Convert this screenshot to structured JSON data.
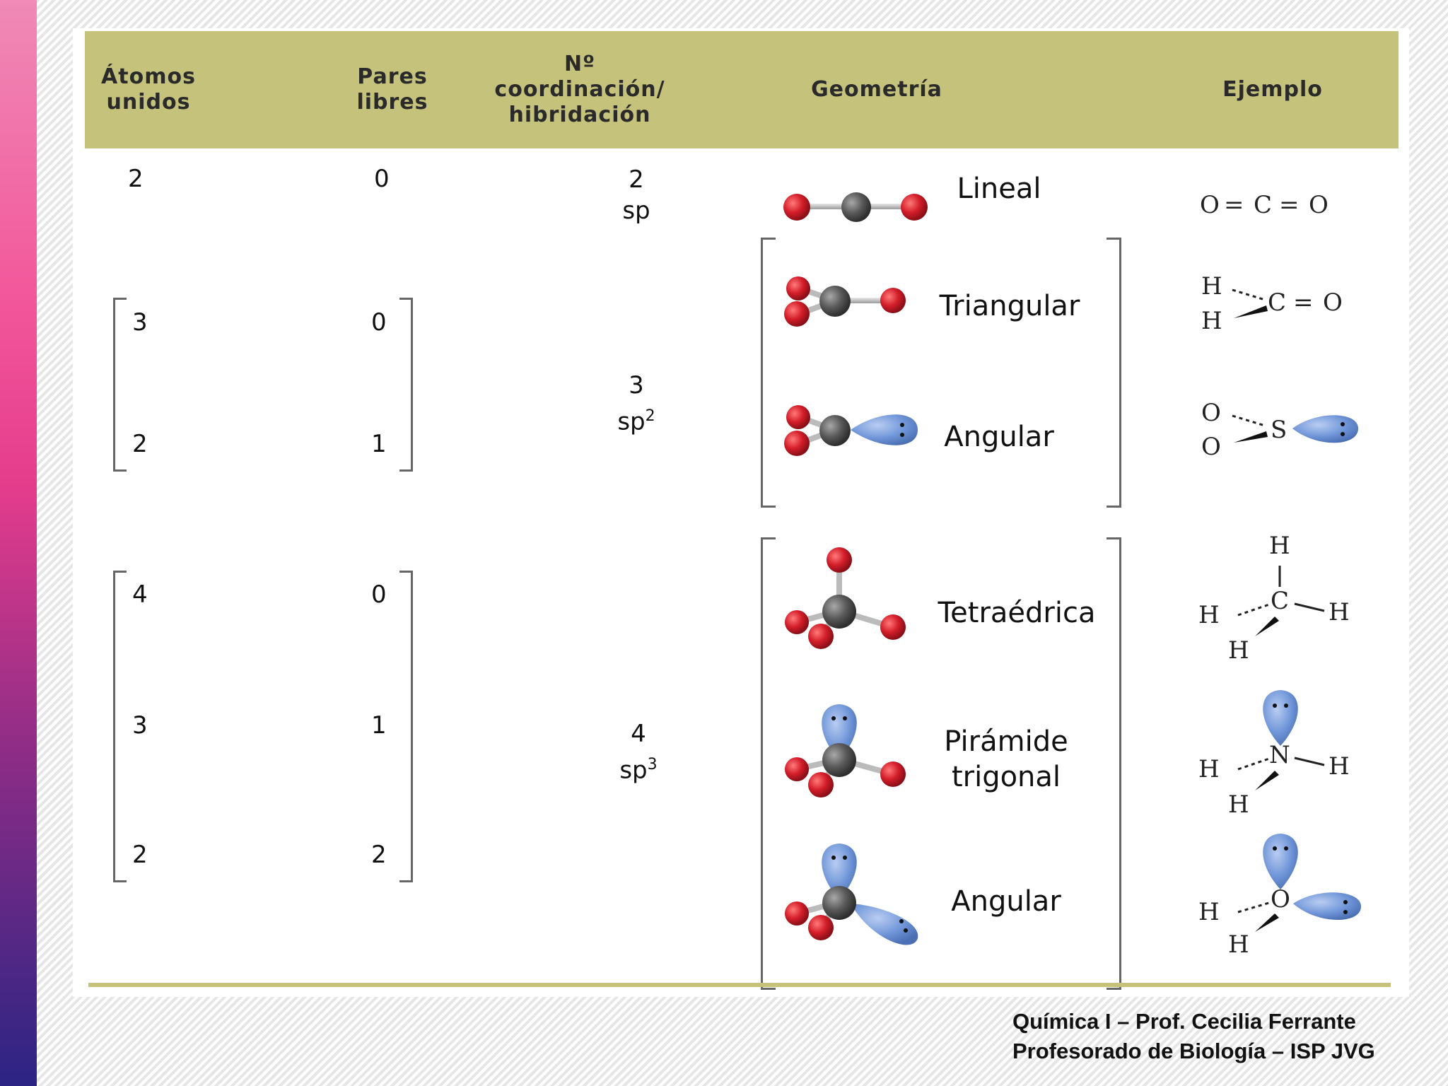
{
  "table": {
    "headers": [
      "Átomos\nunidos",
      "Pares\nlibres",
      "Nº\ncoordinación/\nhibridación",
      "Geometría",
      "Ejemplo"
    ],
    "rows": [
      {
        "atoms": "2",
        "pairs": "0",
        "coordination": "2",
        "hybridization": "sp",
        "hyb_sup": "",
        "geometry": "Lineal"
      },
      {
        "atoms": "3",
        "pairs": "0",
        "coordination": "3",
        "hybridization": "sp",
        "hyb_sup": "2",
        "geometry": "Triangular"
      },
      {
        "atoms": "2",
        "pairs": "1",
        "geometry": "Angular"
      },
      {
        "atoms": "4",
        "pairs": "0",
        "coordination": "4",
        "hybridization": "sp",
        "hyb_sup": "3",
        "geometry": "Tetraédrica"
      },
      {
        "atoms": "3",
        "pairs": "1",
        "geometry": "Pirámide\ntrigonal"
      },
      {
        "atoms": "2",
        "pairs": "2",
        "geometry": "Angular"
      }
    ],
    "examples": {
      "co2": {
        "o1": "O",
        "eq1": "=",
        "c": "C",
        "eq2": "=",
        "o2": "O"
      },
      "ch2o": {
        "h1": "H",
        "h2": "H",
        "c": "C",
        "eq": "=",
        "o": "O"
      },
      "so2": {
        "o1": "O",
        "o2": "O",
        "s": "S"
      },
      "ch4": {
        "top": "H",
        "left": "H",
        "c": "C",
        "right": "H",
        "bottom": "H"
      },
      "nh3": {
        "left": "H",
        "n": "N",
        "right": "H",
        "bottom": "H"
      },
      "h2o": {
        "left": "H",
        "o": "O",
        "bottom": "H"
      }
    }
  },
  "footer": {
    "line1": "Química I – Prof. Cecilia Ferrante",
    "line2": "Profesorado de Biología – ISP JVG"
  },
  "colors": {
    "header_bg": "#c5c27c",
    "oxygen": "#d41e2a",
    "carbon": "#5a5a5a",
    "lone_pair": "#6f95d8"
  }
}
